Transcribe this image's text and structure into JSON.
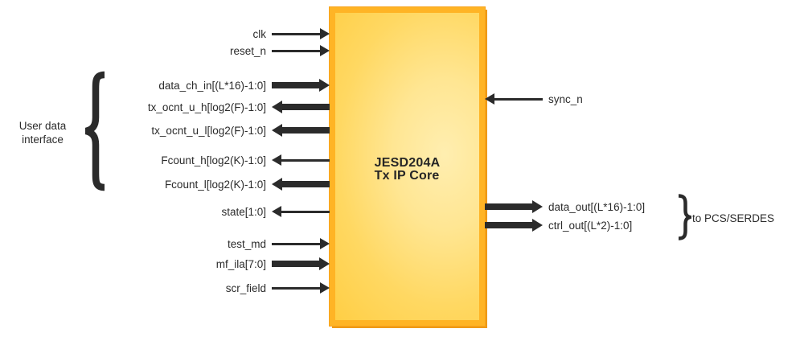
{
  "diagram": {
    "block": {
      "title_line1": "JESD204A",
      "title_line2": "Tx IP Core"
    },
    "groups": {
      "left": {
        "label_line1": "User data",
        "label_line2": "interface"
      },
      "right": {
        "label": "to PCS/SERDES"
      }
    },
    "signals": {
      "left": [
        {
          "label": "clk",
          "direction": "input",
          "bus": false
        },
        {
          "label": "reset_n",
          "direction": "input",
          "bus": false
        },
        {
          "label": "data_ch_in[(L*16)-1:0]",
          "direction": "input",
          "bus": true
        },
        {
          "label": "tx_ocnt_u_h[log2(F)-1:0]",
          "direction": "output",
          "bus": true
        },
        {
          "label": "tx_ocnt_u_l[log2(F)-1:0]",
          "direction": "output",
          "bus": true
        },
        {
          "label": "Fcount_h[log2(K)-1:0]",
          "direction": "output",
          "bus": false
        },
        {
          "label": "Fcount_l[log2(K)-1:0]",
          "direction": "output",
          "bus": true
        },
        {
          "label": "state[1:0]",
          "direction": "output",
          "bus": false
        },
        {
          "label": "test_md",
          "direction": "input",
          "bus": false
        },
        {
          "label": "mf_ila[7:0]",
          "direction": "input",
          "bus": true
        },
        {
          "label": "scr_field",
          "direction": "input",
          "bus": false
        }
      ],
      "right": [
        {
          "label": "sync_n",
          "direction": "input",
          "bus": false
        },
        {
          "label": "data_out[(L*16)-1:0]",
          "direction": "output",
          "bus": true
        },
        {
          "label": "ctrl_out[(L*2)-1:0]",
          "direction": "output",
          "bus": true
        }
      ]
    },
    "colors": {
      "ink": "#2b2b2b",
      "block_border": "#ffb425",
      "block_fill_light": "#ffeeb0",
      "block_fill_dark": "#ffcc3e",
      "block_edge_shadow": "#ef9a16",
      "background": "#ffffff"
    }
  }
}
